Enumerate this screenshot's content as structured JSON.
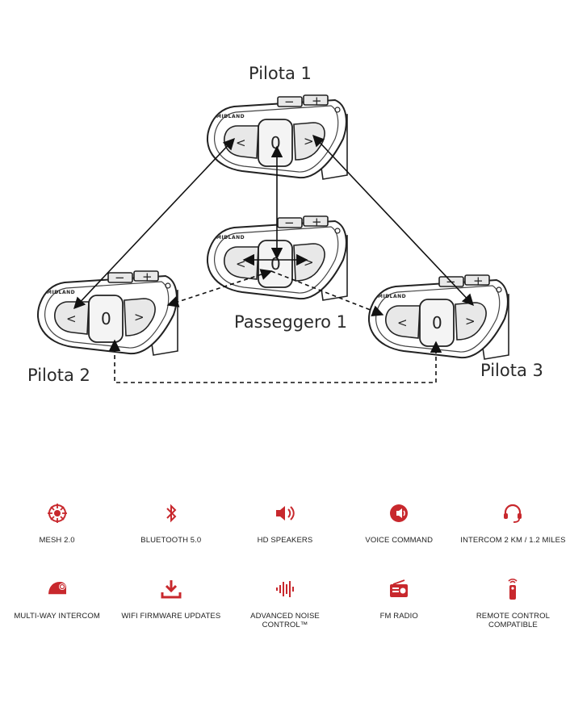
{
  "diagram": {
    "labels": {
      "pilota1": "Pilota 1",
      "pilota2": "Pilota 2",
      "pilota3": "Pilota 3",
      "passeggero": "Passeggero 1"
    },
    "device": {
      "brand": "MIDLAND",
      "minus": "−",
      "plus": "+",
      "left": "<",
      "center": "0",
      "right": ">"
    }
  },
  "features": {
    "row1": [
      {
        "label": "MESH 2.0",
        "icon": "mesh-icon"
      },
      {
        "label": "BLUETOOTH 5.0",
        "icon": "bluetooth-icon"
      },
      {
        "label": "HD SPEAKERS",
        "icon": "hd-speaker-icon"
      },
      {
        "label": "VOICE COMMAND",
        "icon": "voice-command-icon"
      },
      {
        "label": "INTERCOM 2 KM / 1.2 MILES",
        "icon": "headset-icon"
      }
    ],
    "row2": [
      {
        "label": "MULTI-WAY INTERCOM",
        "icon": "helmet-icon"
      },
      {
        "label": "WIFI FIRMWARE UPDATES",
        "icon": "download-icon"
      },
      {
        "label": "ADVANCED NOISE CONTROL™",
        "icon": "waveform-icon"
      },
      {
        "label": "FM RADIO",
        "icon": "radio-icon"
      },
      {
        "label": "REMOTE CONTROL COMPATIBLE",
        "icon": "remote-icon"
      }
    ]
  },
  "colors": {
    "icon_red": "#c8282d",
    "text": "#222222",
    "line": "#111111"
  }
}
